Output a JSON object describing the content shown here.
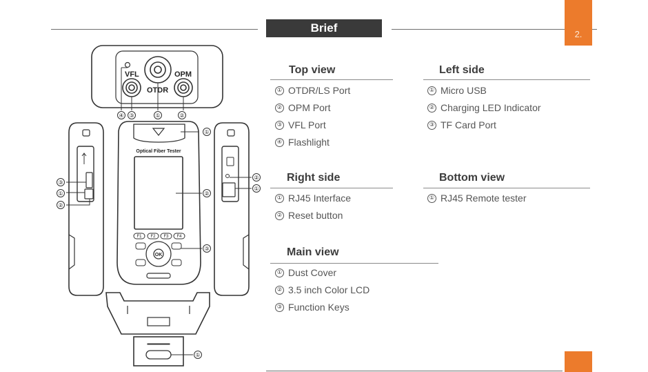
{
  "brief_title": "Brief",
  "page_number": "2.",
  "sections": {
    "top_view": {
      "title": "Top view",
      "items": [
        "OTDR/LS Port",
        "OPM Port",
        "VFL Port",
        "Flashlight"
      ]
    },
    "left_side": {
      "title": "Left side",
      "items": [
        "Micro USB",
        "Charging LED Indicator",
        "TF Card Port"
      ]
    },
    "right_side": {
      "title": "Right side",
      "items": [
        "RJ45 Interface",
        "Reset button"
      ]
    },
    "bottom_view": {
      "title": "Bottom view",
      "items": [
        "RJ45 Remote tester"
      ]
    },
    "main_view": {
      "title": "Main view",
      "items": [
        "Dust Cover",
        "3.5 inch Color LCD",
        "Function Keys"
      ]
    }
  },
  "markers": [
    "①",
    "②",
    "③",
    "④"
  ],
  "diagram": {
    "port_vfl": "VFL",
    "port_otdr": "OTDR",
    "port_opm": "OPM",
    "device_brand": "Optical Fiber Tester",
    "keys": [
      "F1",
      "F2",
      "F3",
      "F4"
    ],
    "ok_label": "OK"
  }
}
